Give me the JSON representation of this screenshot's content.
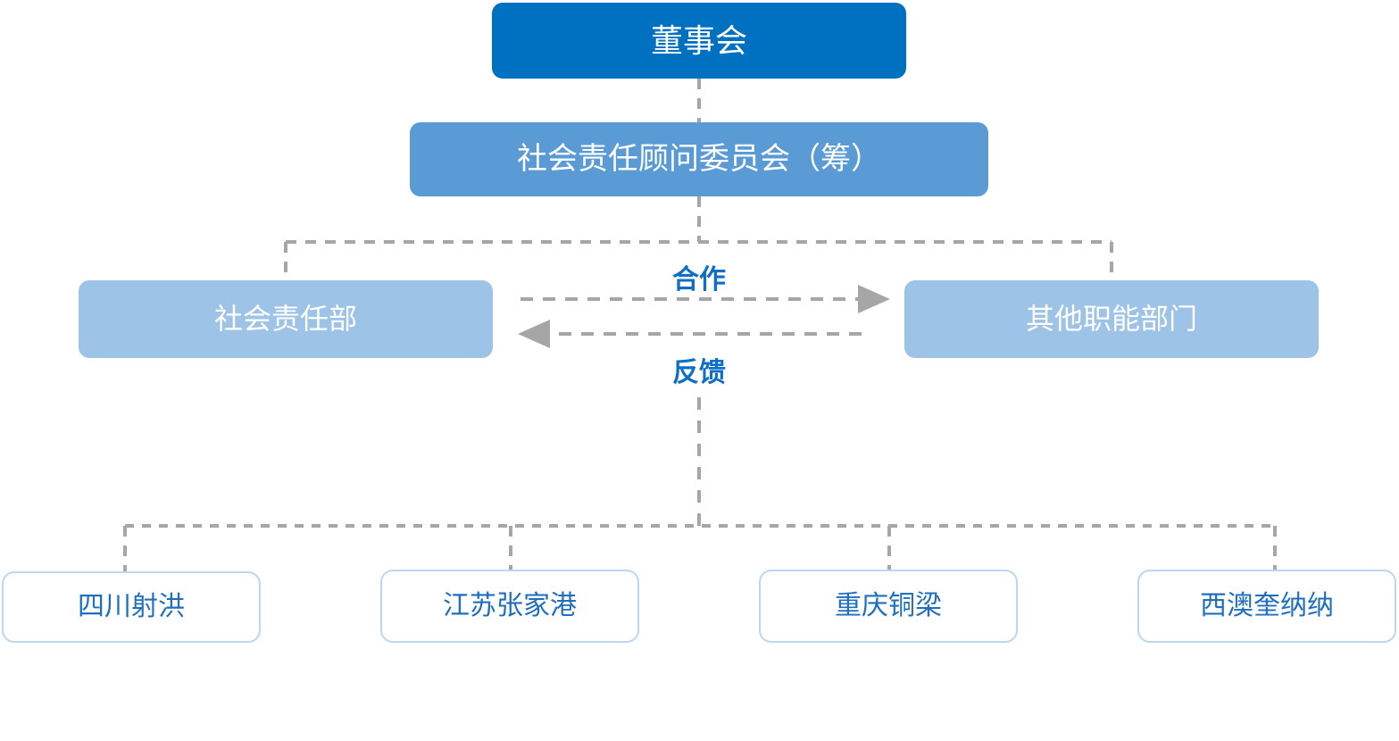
{
  "diagram": {
    "type": "org-chart",
    "orientation": "top-down",
    "connector_style": "dashed",
    "connector_color": "#A6A6A6",
    "background": "#ffffff",
    "levels": [
      {
        "level": 1,
        "fill": "#0070C0",
        "text_color": "#FFFFFF",
        "nodes": [
          {
            "id": "board",
            "label": "董事会"
          }
        ]
      },
      {
        "level": 2,
        "fill": "#5B9BD5",
        "text_color": "#FFFFFF",
        "nodes": [
          {
            "id": "committee",
            "label": "社会责任顾问委员会（筹）"
          }
        ]
      },
      {
        "level": 3,
        "fill": "#9DC3E6",
        "text_color": "#FFFFFF",
        "nodes": [
          {
            "id": "csr-dept",
            "label": "社会责任部"
          },
          {
            "id": "other-depts",
            "label": "其他职能部门"
          }
        ]
      },
      {
        "level": 4,
        "fill": "#FFFFFF",
        "border": "#BDD7EE",
        "text_color": "#1F6FC0",
        "nodes": [
          {
            "id": "site-sichuan",
            "label": "四川射洪"
          },
          {
            "id": "site-jiangsu",
            "label": "江苏张家港"
          },
          {
            "id": "site-chongqing",
            "label": "重庆铜梁"
          },
          {
            "id": "site-australia",
            "label": "西澳奎纳纳"
          }
        ]
      }
    ],
    "edge_labels": {
      "cooperation": "合作",
      "feedback": "反馈",
      "color": "#0F6FC6"
    }
  }
}
